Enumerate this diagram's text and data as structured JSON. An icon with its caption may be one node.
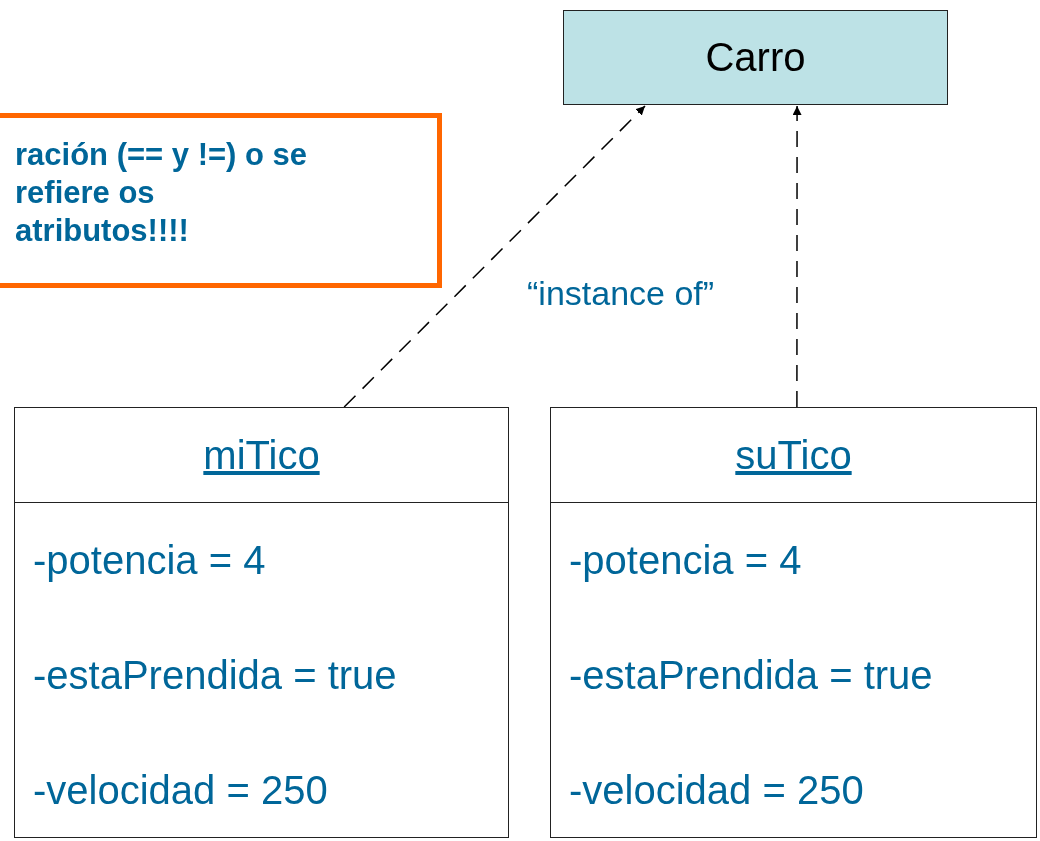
{
  "diagram": {
    "nodes": [
      {
        "text": [
          "Carro"
        ]
      },
      {
        "text": [
          "ración (== y !=) o se refiere os atributos!!!!"
        ]
      },
      {
        "text": [
          "miTico",
          "-potencia = 4",
          "-estaPrendida = true",
          "-velocidad = 250"
        ]
      },
      {
        "text": [
          "suTico",
          "-potencia = 4",
          "-estaPrendida = true",
          "-velocidad = 250"
        ]
      }
    ],
    "edges": [
      {
        "from": 2,
        "to": 0,
        "arrow": "to",
        "style": "dashed"
      },
      {
        "from": 3,
        "to": 0,
        "arrow": "to",
        "style": "dashed"
      }
    ],
    "labels": [
      "“instance of”"
    ]
  }
}
